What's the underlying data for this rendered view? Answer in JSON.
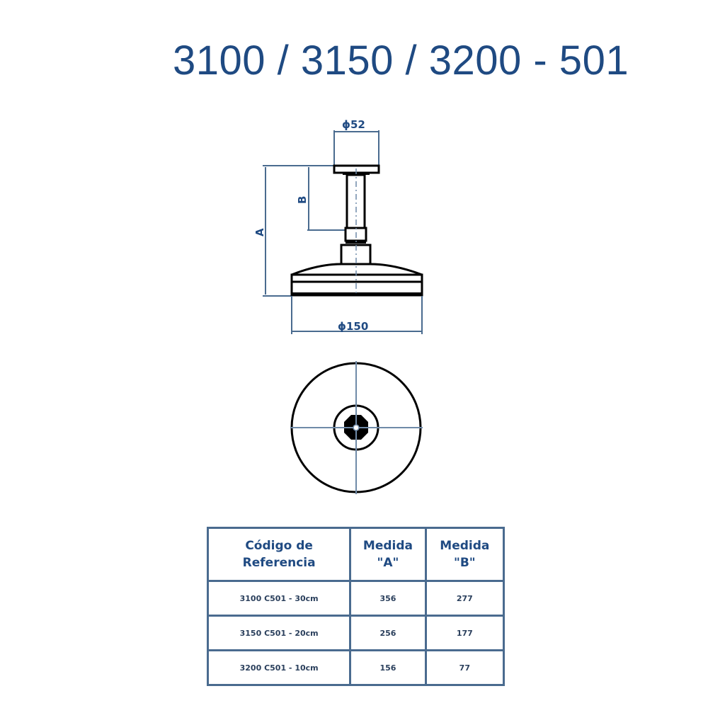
{
  "title": "3100 / 3150 / 3200 - 501",
  "drawing": {
    "side_view": {
      "dim_top_diameter": "ϕ52",
      "dim_bottom_diameter": "ϕ150",
      "dim_a_label": "A",
      "dim_b_label": "B"
    },
    "top_view": {
      "description": "plan view of shower head with center nozzle"
    },
    "colors": {
      "title": "#1f4a82",
      "dimension_lines": "#4a6b8f",
      "outline": "#000000"
    }
  },
  "table": {
    "headers": [
      {
        "line1": "Código de",
        "line2": "Referencia"
      },
      {
        "line1": "Medida",
        "line2": "\"A\""
      },
      {
        "line1": "Medida",
        "line2": "\"B\""
      }
    ],
    "rows": [
      {
        "code": "3100 C501 - 30cm",
        "a": "356",
        "b": "277"
      },
      {
        "code": "3150 C501 - 20cm",
        "a": "256",
        "b": "177"
      },
      {
        "code": "3200 C501 - 10cm",
        "a": "156",
        "b": "77"
      }
    ]
  }
}
